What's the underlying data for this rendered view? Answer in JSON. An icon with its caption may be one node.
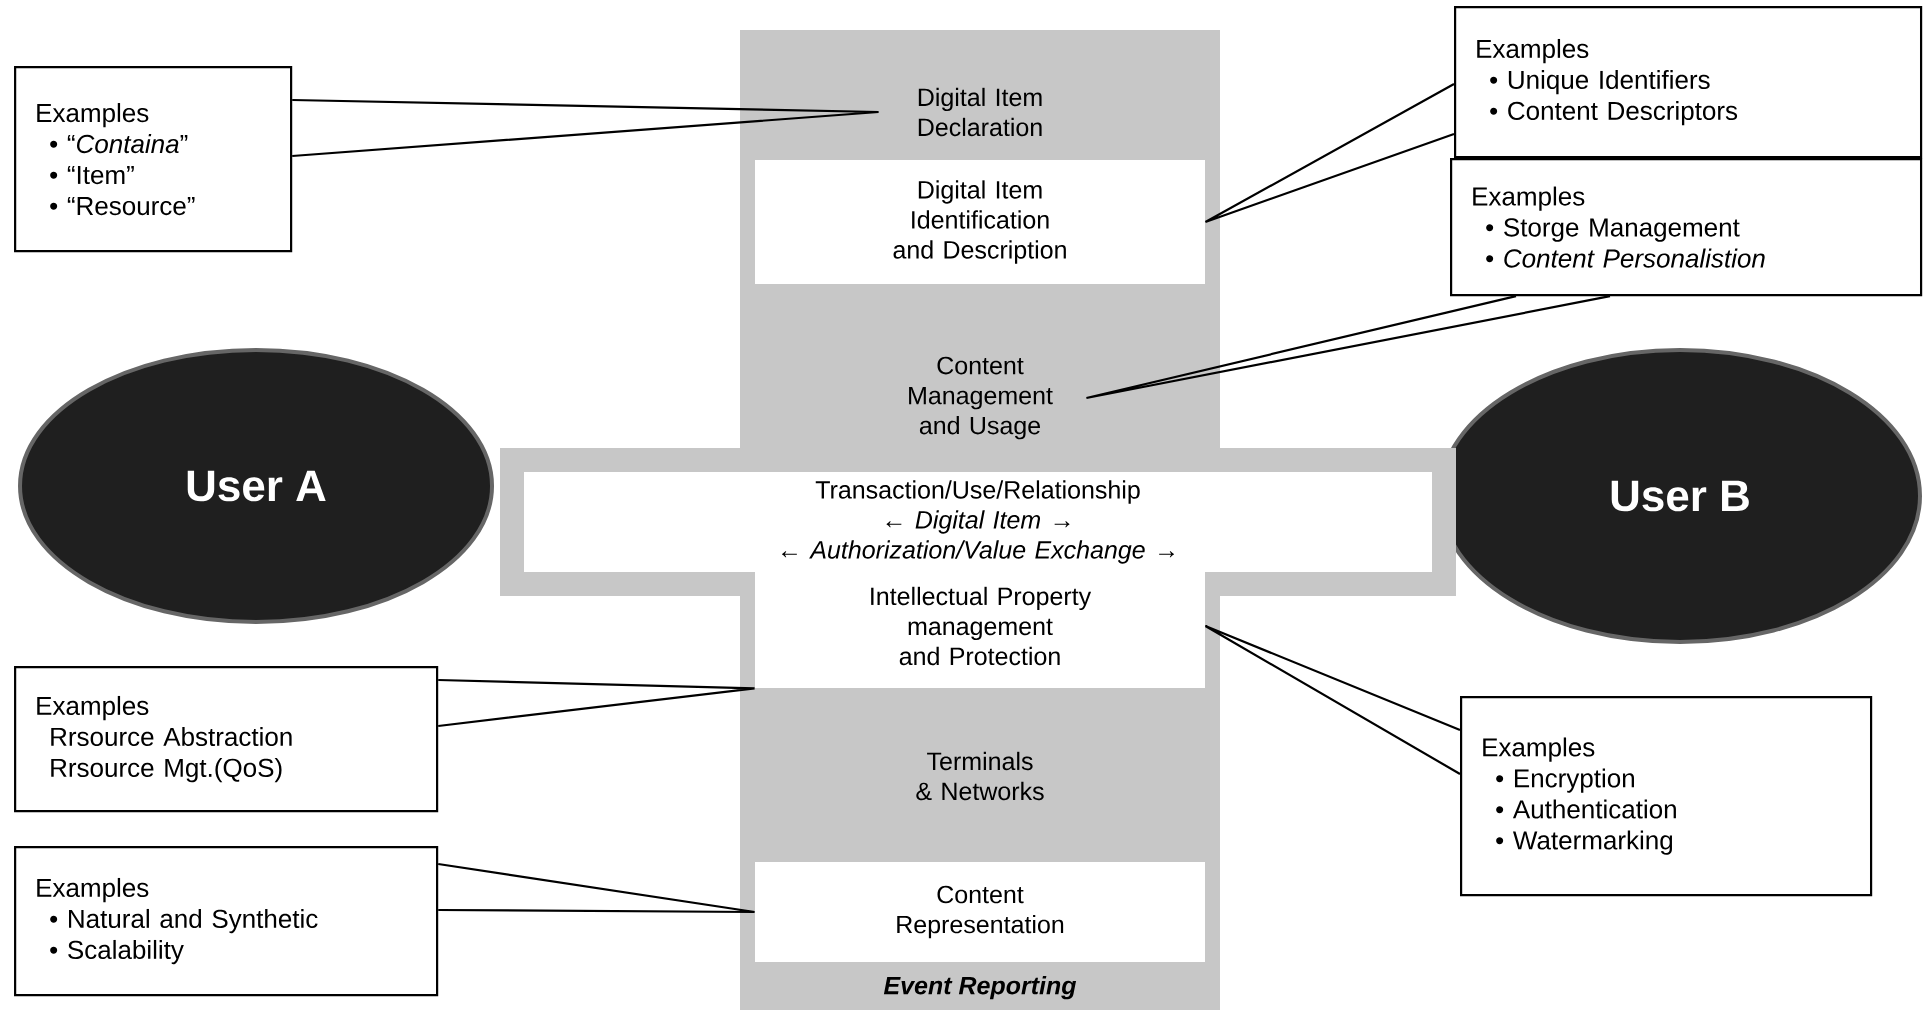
{
  "diagram": {
    "nodes": [
      {
        "text": [
          "Event Reporting"
        ]
      },
      {
        "text": [
          "Digital Item Declaration"
        ],
        "in": 0
      },
      {
        "text": [
          "Digital Item Identification and Description"
        ],
        "in": 0
      },
      {
        "text": [
          "Content Management and Usage"
        ],
        "in": 0
      },
      {
        "text": [
          "Transaction/Use/Relationship",
          "← *Digital Item* →",
          "← *Authorization/Value Exchange* →"
        ]
      },
      {
        "text": [
          "Intellectual Property management and Protection"
        ],
        "in": 0
      },
      {
        "text": [
          "Terminals & Networks"
        ],
        "in": 0
      },
      {
        "text": [
          "Content Representation"
        ],
        "in": 0
      },
      {
        "text": [
          "User A"
        ]
      },
      {
        "text": [
          "User B"
        ]
      },
      {
        "text": [
          "Examples",
          "• “*Containa*”",
          "• “Item”",
          "• “Resource”"
        ]
      },
      {
        "text": [
          "Examples",
          "• Unique Identifiers",
          "• Content Descriptors"
        ]
      },
      {
        "text": [
          "Examples",
          "• Storge Management",
          "• *Content Personalistion*"
        ]
      },
      {
        "text": [
          "Examples",
          "Rrsource Abstraction",
          "Rrsource Mgt.(QoS)"
        ]
      },
      {
        "text": [
          "Examples",
          "• Natural and Synthetic",
          "• Scalability"
        ]
      },
      {
        "text": [
          "Examples",
          "• Encryption",
          "• Authentication",
          "• Watermarking"
        ]
      }
    ],
    "edges": [
      {
        "from": 10,
        "to": 1,
        "arrow": "none"
      },
      {
        "from": 11,
        "to": 2,
        "arrow": "none"
      },
      {
        "from": 12,
        "to": 3,
        "arrow": "none"
      },
      {
        "from": 13,
        "to": 5,
        "arrow": "none"
      },
      {
        "from": 14,
        "to": 7,
        "arrow": "none"
      },
      {
        "from": 15,
        "to": 5,
        "arrow": "none"
      }
    ]
  }
}
